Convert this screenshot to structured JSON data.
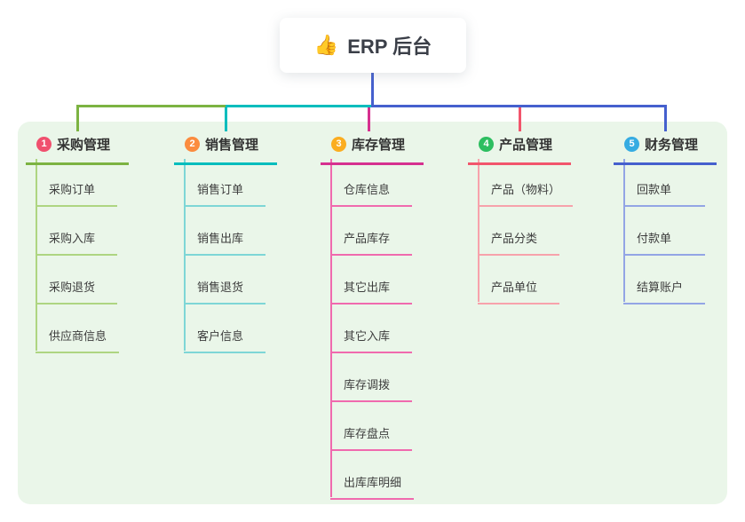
{
  "root": {
    "icon": "👍",
    "icon_name": "thumbs-up-icon",
    "label": "ERP 后台"
  },
  "canvas": {
    "background_color": "#FFFFFF",
    "panel_color": "#EAF6E9",
    "trunk_color": "#4560CE",
    "text_color": "#333333"
  },
  "branches": [
    {
      "number": "1",
      "title": "采购管理",
      "badge_color": "#F0506E",
      "line_color": "#7CB342",
      "light_color": "#AED581",
      "children": [
        "采购订单",
        "采购入库",
        "采购退货",
        "供应商信息"
      ]
    },
    {
      "number": "2",
      "title": "销售管理",
      "badge_color": "#FB8C3F",
      "line_color": "#00BDBD",
      "light_color": "#7ED6D6",
      "children": [
        "销售订单",
        "销售出库",
        "销售退货",
        "客户信息"
      ]
    },
    {
      "number": "3",
      "title": "库存管理",
      "badge_color": "#FBAD20",
      "line_color": "#D6308F",
      "light_color": "#F06AAE",
      "children": [
        "仓库信息",
        "产品库存",
        "其它出库",
        "其它入库",
        "库存调拨",
        "库存盘点",
        "出库库明细"
      ]
    },
    {
      "number": "4",
      "title": "产品管理",
      "badge_color": "#2DBE60",
      "line_color": "#F2556C",
      "light_color": "#F7A2AB",
      "children": [
        "产品（物料）",
        "产品分类",
        "产品单位"
      ]
    },
    {
      "number": "5",
      "title": "财务管理",
      "badge_color": "#36ACE2",
      "line_color": "#4560CE",
      "light_color": "#93A5E5",
      "children": [
        "回款单",
        "付款单",
        "结算账户"
      ]
    }
  ]
}
